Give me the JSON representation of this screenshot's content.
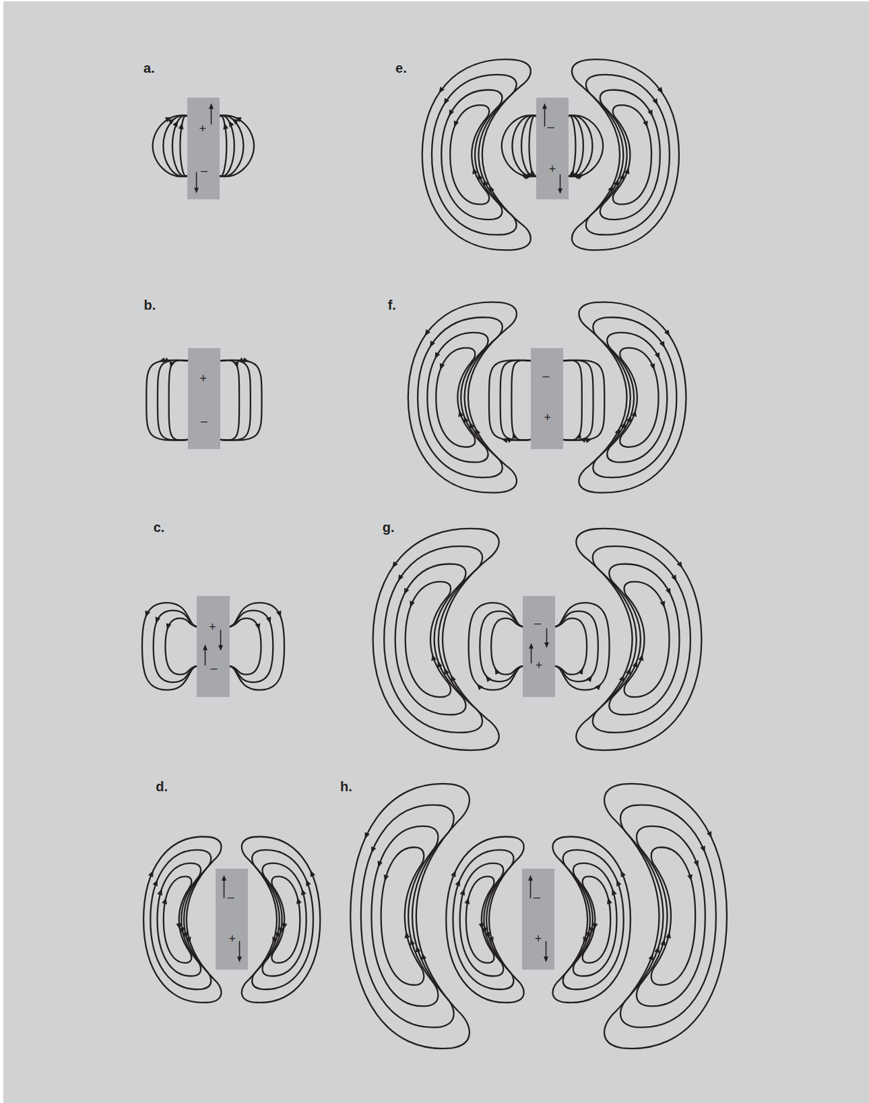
{
  "diagram": {
    "nodes": [
      {
        "text": [
          "+",
          "–"
        ]
      },
      {
        "text": [
          "–",
          "+"
        ]
      },
      {
        "text": [
          "+",
          "–"
        ]
      },
      {
        "text": [
          "–",
          "+"
        ]
      },
      {
        "text": [
          "+",
          "–"
        ]
      },
      {
        "text": [
          "–",
          "+"
        ]
      },
      {
        "text": [
          "–",
          "+"
        ]
      },
      {
        "text": [
          "–",
          "+"
        ]
      }
    ],
    "labels": [
      "a.",
      "e.",
      "b.",
      "f.",
      "c.",
      "g.",
      "d.",
      "h."
    ]
  }
}
